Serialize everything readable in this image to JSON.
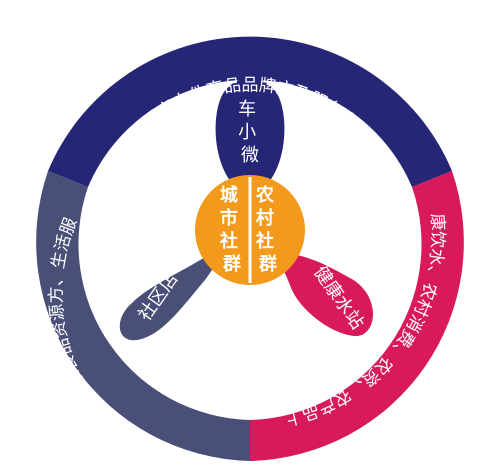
{
  "ring": {
    "top": {
      "label": "居家大件商品品牌方及服务商",
      "color": "#262676"
    },
    "left": {
      "label": "健康食品资源方、生活服务",
      "color": "#4a4f78"
    },
    "right": {
      "label": "健康饮水、农村消费、农资、农产品上行",
      "color": "#d81a5c"
    }
  },
  "petals": {
    "top": {
      "lines": [
        "车",
        "小",
        "微"
      ],
      "color": "#262676"
    },
    "left": {
      "label": "社区店",
      "color": "#4a4f78"
    },
    "right": {
      "label": "健康水站",
      "color": "#d81a5c"
    }
  },
  "center": {
    "left": [
      "城",
      "市",
      "社",
      "群"
    ],
    "right": [
      "农",
      "村",
      "社",
      "群"
    ],
    "color": "#f39a1c"
  }
}
